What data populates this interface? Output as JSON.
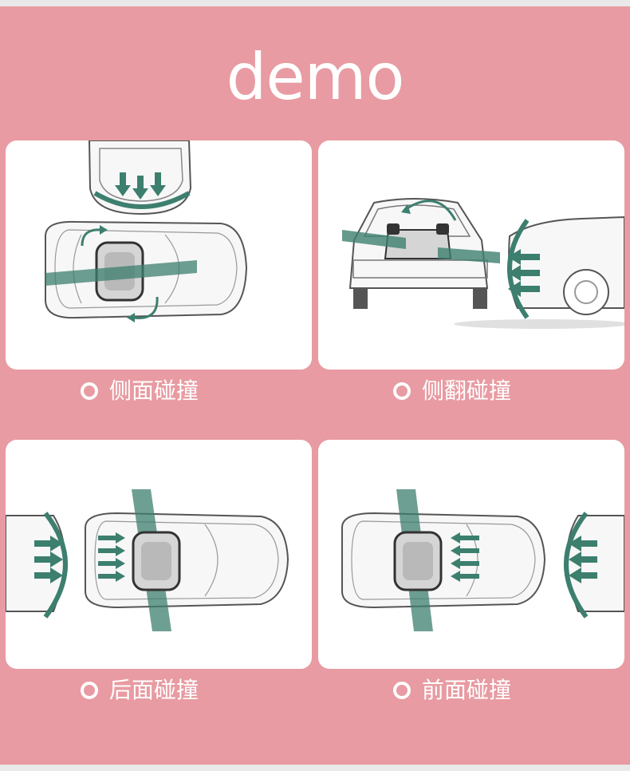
{
  "page": {
    "title": "demo",
    "background_color": "#e89ba2",
    "accent_color": "#3d7f6f"
  },
  "panels": [
    {
      "caption": "侧面碰撞",
      "icon": "ring-bullet-icon"
    },
    {
      "caption": "侧翻碰撞",
      "icon": "ring-bullet-icon"
    },
    {
      "caption": "后面碰撞",
      "icon": "ring-bullet-icon"
    },
    {
      "caption": "前面碰撞",
      "icon": "ring-bullet-icon"
    }
  ]
}
